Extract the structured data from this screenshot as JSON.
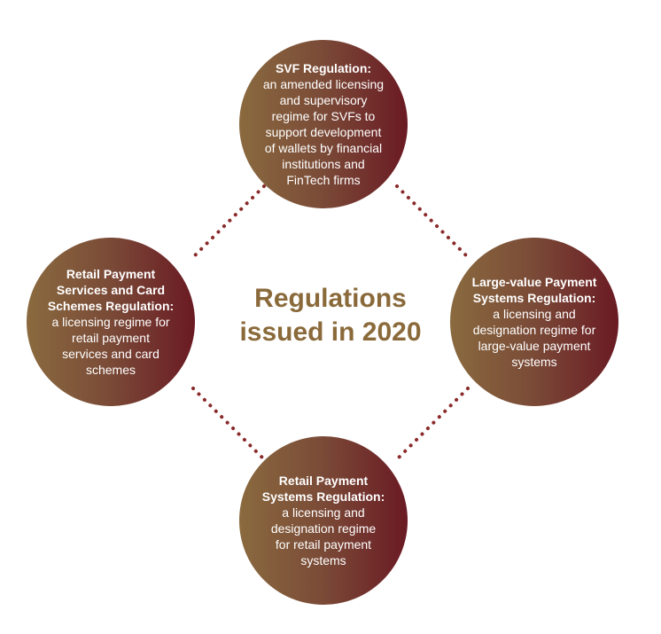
{
  "center": {
    "title_line1": "Regulations",
    "title_line2": "issued in 2020"
  },
  "nodes": {
    "top": {
      "title": "SVF Regulation:",
      "desc_lines": [
        "an amended licensing",
        "and supervisory",
        "regime for SVFs to",
        "support development",
        "of wallets by financial",
        "institutions and",
        "FinTech firms"
      ]
    },
    "left": {
      "title_lines": [
        "Retail Payment",
        "Services and Card",
        "Schemes Regulation:"
      ],
      "desc_lines": [
        "a licensing regime for",
        "retail payment",
        "services and card",
        "schemes"
      ]
    },
    "right": {
      "title_lines": [
        "Large-value Payment",
        "Systems Regulation:"
      ],
      "desc_lines": [
        "a licensing and",
        "designation regime for",
        "large-value payment",
        "systems"
      ]
    },
    "bottom": {
      "title_lines": [
        "Retail Payment",
        "Systems Regulation:"
      ],
      "desc_lines": [
        "a licensing and",
        "designation regime",
        "for retail payment",
        "systems"
      ]
    }
  },
  "colors": {
    "circle_left": "#8a6a3f",
    "circle_right": "#6a1a23",
    "title_text": "#8a6a3a",
    "connector": "#8a2a2a"
  }
}
